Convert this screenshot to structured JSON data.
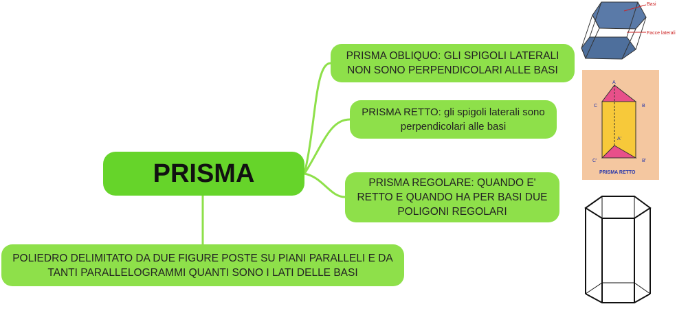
{
  "central": {
    "label": "PRISMA"
  },
  "branches": {
    "obliquo": {
      "line1": "PRISMA OBLIQUO: GLI SPIGOLI LATERALI",
      "line2": "NON SONO PERPENDICOLARI ALLE BASI"
    },
    "retto": {
      "line1": "PRISMA RETTO: gli spigoli laterali sono",
      "line2": "perpendicolari alle basi"
    },
    "regolare": {
      "line1": "PRISMA REGOLARE: QUANDO E'",
      "line2": "RETTO E QUANDO HA PER BASI DUE",
      "line3": "POLIGONI REGOLARI"
    },
    "definizione": {
      "line1": "POLIEDRO DELIMITATO DA DUE FIGURE POSTE SU PIANI PARALLELI E DA",
      "line2": "TANTI PARALLELOGRAMMI QUANTI SONO I LATI DELLE BASI"
    }
  },
  "images": {
    "oblique": {
      "label_base": "Basi",
      "label_faces": "Facce laterali"
    },
    "right": {
      "vertices": [
        "A",
        "B",
        "C",
        "A'",
        "B'",
        "C'"
      ],
      "caption": "PRISMA RETTO"
    }
  },
  "colors": {
    "node": "#8ee04a",
    "central": "#66d42a",
    "connector": "#8ee04a"
  }
}
